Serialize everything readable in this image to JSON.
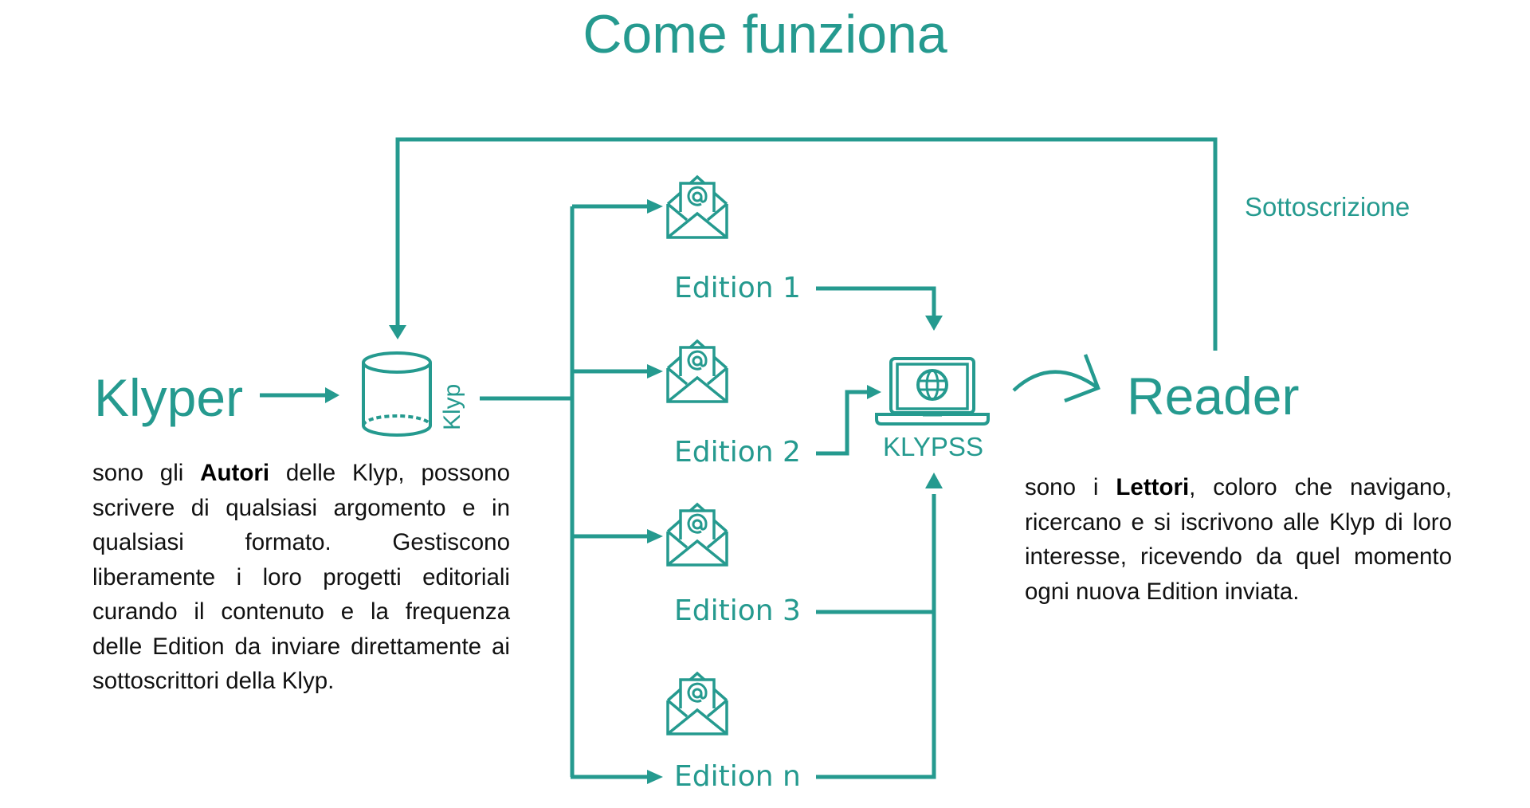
{
  "title": "Come funziona",
  "colors": {
    "accent": "#259A8F",
    "body_text": "#111111"
  },
  "actors": {
    "author": {
      "label": "Klyper",
      "description": {
        "prefix": "sono gli ",
        "bold": "Autori",
        "suffix": " delle Klyp, possono scrivere di qualsiasi argomento e in qualsiasi formato. Gestiscono liberamente i loro progetti editoriali curando il contenuto e la frequenza delle Edition da inviare direttamente ai sottoscrittori della Klyp."
      }
    },
    "reader": {
      "label": "Reader",
      "description": {
        "prefix": "sono i ",
        "bold": "Lettori",
        "suffix": ", coloro che navigano, ricercano e si iscrivono alle Klyp di loro interesse, ricevendo da quel momento ogni nuova Edition inviata."
      }
    }
  },
  "repository": {
    "icon": "database-cylinder-icon",
    "label": "Klyp"
  },
  "platform": {
    "icon": "laptop-globe-icon",
    "label": "KLYPSS"
  },
  "subscription_label": "Sottoscrizione",
  "editions": [
    {
      "label": "Edition 1",
      "icon": "email-envelope-icon"
    },
    {
      "label": "Edition 2",
      "icon": "email-envelope-icon"
    },
    {
      "label": "Edition 3",
      "icon": "email-envelope-icon"
    },
    {
      "label": "Edition n",
      "icon": "email-envelope-icon"
    }
  ]
}
